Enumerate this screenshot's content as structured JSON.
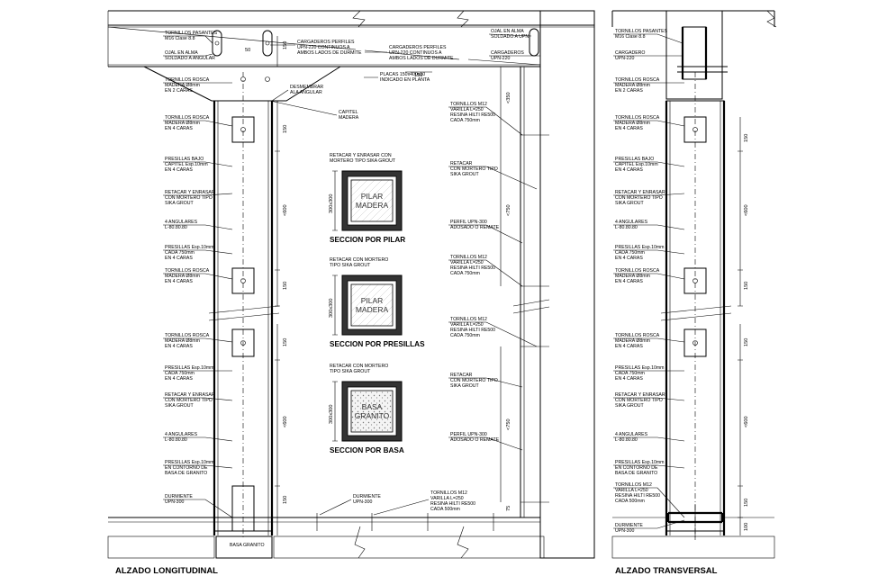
{
  "views": {
    "longitudinal_title": "ALZADO LONGITUDINAL",
    "transversal_title": "ALZADO TRANSVERSAL"
  },
  "sections": [
    {
      "title": "SECCION POR PILAR",
      "inner_1": "PILAR",
      "inner_2": "MADERA",
      "dim": "300x300",
      "note_1": "RETACAR Y ENRASAR CON",
      "note_2": "MORTERO TIPO SIKA GROUT"
    },
    {
      "title": "SECCION POR PRESILLAS",
      "inner_1": "PILAR",
      "inner_2": "MADERA",
      "dim": "300x300",
      "note_1": "RETACAR CON MORTERO",
      "note_2": "TIPO SIKA GROUT"
    },
    {
      "title": "SECCION POR BASA",
      "inner_1": "BASA",
      "inner_2": "GRANITO",
      "dim": "300x300",
      "note_1": "RETACAR CON MORTERO",
      "note_2": "TIPO SIKA GROUT"
    }
  ],
  "left_labels": [
    [
      "TORNILLOS PASANTES",
      "M16 Clase 8.8"
    ],
    [
      "OJAL EN ALMA",
      "SOLDADO A ANGULAR"
    ],
    [
      "TORNILLOS ROSCA",
      "MADERA Ø8mm",
      "EN 2 CARAS"
    ],
    [
      "TORNILLOS ROSCA",
      "MADERA Ø8mm",
      "EN 4 CARAS"
    ],
    [
      "PRESILLAS BAJO",
      "CAPITEL Esp.10mm",
      "EN 4 CARAS"
    ],
    [
      "RETACAR Y ENRASAR",
      "CON MORTERO TIPO",
      "SIKA GROUT"
    ],
    [
      "4 ANGULARES",
      "L-80.80.80"
    ],
    [
      "PRESILLAS Esp.10mm",
      "CADA 750mm",
      "EN 4 CARAS"
    ],
    [
      "TORNILLOS ROSCA",
      "MADERA Ø8mm",
      "EN 4 CARAS"
    ],
    [
      "TORNILLOS ROSCA",
      "MADERA Ø8mm",
      "EN 4 CARAS"
    ],
    [
      "PRESILLAS Esp.10mm",
      "CADA 750mm",
      "EN 4 CARAS"
    ],
    [
      "RETACAR Y ENRASAR",
      "CON MORTERO TIPO",
      "SIKA GROUT"
    ],
    [
      "4 ANGULARES",
      "L-80.80.80"
    ],
    [
      "PRESILLAS Esp.10mm",
      "EN CONTORNO DE",
      "BASA DE GRANITO"
    ],
    [
      "DURMIENTE",
      "UPN-300"
    ]
  ],
  "top_labels": {
    "cargaderos_1": [
      "CARGADEROS PERFILES",
      "UPN-220 CONTINUOS A",
      "AMBOS LADOS DE DURMITE"
    ],
    "desmembrar": [
      "DESMEMBRAR",
      "ALA ANGULAR"
    ],
    "capitel": [
      "CAPITEL",
      "MADERA"
    ],
    "cargaderos_2": [
      "CARGADEROS PERFILES",
      "UPN-220 CONTINUOS A",
      "AMBOS LADOS DE DURMITE"
    ],
    "placas": [
      "PLACAS 150x400x10",
      "INDICADO EN PLANTA"
    ],
    "ojal_right": [
      "OJAL EN ALMA",
      "SOLDADO A UPN"
    ],
    "cargaderos_3": [
      "CARGADEROS",
      "UPN-220"
    ]
  },
  "right_wall_labels": [
    [
      "TORNILLOS M12",
      "VARILLA L=250",
      "RESINA HILTI RE500",
      "CADA 750mm"
    ],
    [
      "RETACAR",
      "CON MORTERO TIPO",
      "SIKA GROUT"
    ],
    [
      "PERFIL UPN-300",
      "ADOSADO O REMATE"
    ],
    [
      "TORNILLOS M12",
      "VARILLA L=250",
      "RESINA HILTI RE500",
      "CADA 750mm"
    ],
    [
      "TORNILLOS M12",
      "VARILLA L=250",
      "RESINA HILTI RE500",
      "CADA 750mm"
    ],
    [
      "RETACAR",
      "CON MORTERO TIPO",
      "SIKA GROUT"
    ],
    [
      "PERFIL UPN-300",
      "ADOSADO O REMATE"
    ]
  ],
  "bottom_labels": {
    "durmiente_mid": [
      "DURMIENTE",
      "UPN-300"
    ],
    "tornillos_bottom": [
      "TORNILLOS M12",
      "VARILLA L=250",
      "RESINA HILTI RE500",
      "CADA 500mm"
    ],
    "basa": "BASA GRANITO"
  },
  "transversal_labels": [
    [
      "TORNILLOS PASANTES",
      "M16 Clase 8.8"
    ],
    [
      "CARGADERO",
      "UPN-220"
    ],
    [
      "TORNILLOS ROSCA",
      "MADERA Ø8mm",
      "EN 2 CARAS"
    ],
    [
      "TORNILLOS ROSCA",
      "MADERA Ø8mm",
      "EN 4 CARAS"
    ],
    [
      "PRESILLAS BAJO",
      "CAPITEL Esp.10mm",
      "EN 4 CARAS"
    ],
    [
      "RETACAR Y ENRASAR",
      "CON MORTERO TIPO",
      "SIKA GROUT"
    ],
    [
      "4 ANGULARES",
      "L-80.80.80"
    ],
    [
      "PRESILLAS Esp.10mm",
      "CADA 750mm",
      "EN 4 CARAS"
    ],
    [
      "TORNILLOS ROSCA",
      "MADERA Ø8mm",
      "EN 4 CARAS"
    ],
    [
      "TORNILLOS ROSCA",
      "MADERA Ø8mm",
      "EN 4 CARAS"
    ],
    [
      "PRESILLAS Esp.10mm",
      "CADA 750mm",
      "EN 4 CARAS"
    ],
    [
      "RETACAR Y ENRASAR",
      "CON MORTERO TIPO",
      "SIKA GROUT"
    ],
    [
      "4 ANGULARES",
      "L-80.80.80"
    ],
    [
      "PRESILLAS Esp.10mm",
      "EN CONTORNO DE",
      "BASA DE GRANITO"
    ],
    [
      "TORNILLOS M12",
      "VARILLA L=250",
      "RESINA HILTI RE500",
      "CADA 500mm"
    ],
    [
      "DURMIENTE",
      "UPN-300"
    ]
  ],
  "dimensions": {
    "d150": "150",
    "d600": "<600",
    "d750": "<750",
    "d350": "<350",
    "d50": "50",
    "d75": "75",
    "d100": "100"
  }
}
